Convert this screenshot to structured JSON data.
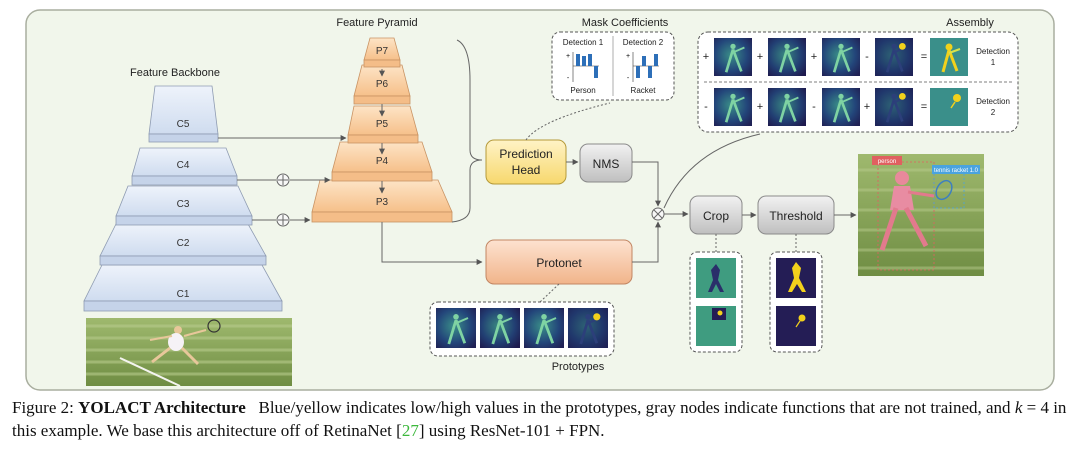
{
  "labels": {
    "backbone_title": "Feature Backbone",
    "pyramid_title": "Feature Pyramid",
    "mask_coefficients_title": "Mask Coefficients",
    "assembly_title": "Assembly",
    "prototypes_title": "Prototypes"
  },
  "backbone_layers": [
    "C5",
    "C4",
    "C3",
    "C2",
    "C1"
  ],
  "pyramid_layers": [
    "P7",
    "P6",
    "P5",
    "P4",
    "P3"
  ],
  "nodes": {
    "prediction_head": "Prediction\nHead",
    "nms": "NMS",
    "protonet": "Protonet",
    "crop": "Crop",
    "threshold": "Threshold"
  },
  "mask_coefficients": {
    "detection1_title": "Detection 1",
    "detection2_title": "Detection 2",
    "detection1_label": "Person",
    "detection2_label": "Racket",
    "plus_sign": "+",
    "minus_sign": "-"
  },
  "assembly": {
    "row1_ops": [
      "+",
      "+",
      "+",
      "-",
      "="
    ],
    "row2_ops": [
      "-",
      "+",
      "-",
      "+",
      "="
    ],
    "row1_label": "Detection\n1",
    "row2_label": "Detection\n2"
  },
  "result_tags": {
    "person": "person",
    "racket": "tennis racket 1.0"
  },
  "caption": {
    "figure_label": "Figure 2:",
    "title": "YOLACT Architecture",
    "text_part1": "Blue/yellow indicates low/high values in the prototypes, gray nodes indicate functions that are not trained, and",
    "k_symbol": "k",
    "k_equals": "= 4 in this example. We base this architecture off of RetinaNet [",
    "ref_number": "27",
    "text_part2": "] using ResNet-101 + FPN."
  },
  "colors": {
    "panel_bg": "#f1f6eb",
    "panel_border": "#a9ae9f",
    "backbone_fill": "#e3ebf7",
    "pyramid_fill": "#fcd9b2",
    "prediction_head_fill": "#fde9a6",
    "protonet_fill": "#f8cdb0",
    "gray_node_fill": "#d6d6d6",
    "arrow": "#555555",
    "prototype_dark": "#241d55",
    "prototype_mid": "#2b7f88",
    "prototype_bright": "#f2d11c",
    "caption_ref": "#3db83d"
  }
}
